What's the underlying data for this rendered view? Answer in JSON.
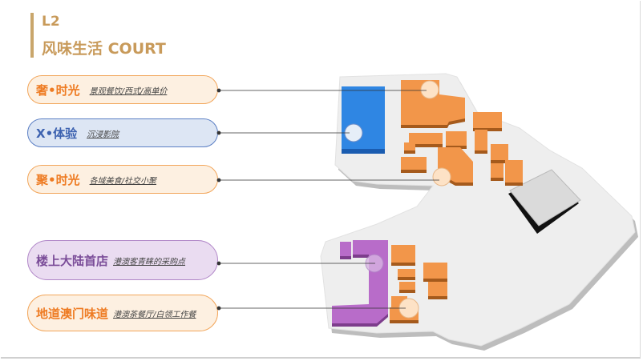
{
  "header": {
    "floor": "L2",
    "court_title": "风味生活 COURT"
  },
  "zones": [
    {
      "name": "奢•时光",
      "desc": "景观餐饮/西式/高单价",
      "color": "#ee7b22"
    },
    {
      "name": "X•体验",
      "desc": "沉浸影院",
      "color": "#3d62b0"
    },
    {
      "name": "聚•时光",
      "desc": "各域美食/社交小聚",
      "color": "#ee7b22"
    },
    {
      "name": "楼上大陆首店",
      "desc": "港澳客青睐的采购点",
      "color": "#7a4c98"
    },
    {
      "name": "地道澳门味道",
      "desc": "港澳茶餐厅/白领工作餐",
      "color": "#ee7b22"
    }
  ],
  "colors": {
    "accent": "#c89a5a",
    "orange_block": "#f2964a",
    "blue_block": "#2f86e3",
    "purple_block": "#b86cc9",
    "floor_plate": "#eeeeee"
  }
}
